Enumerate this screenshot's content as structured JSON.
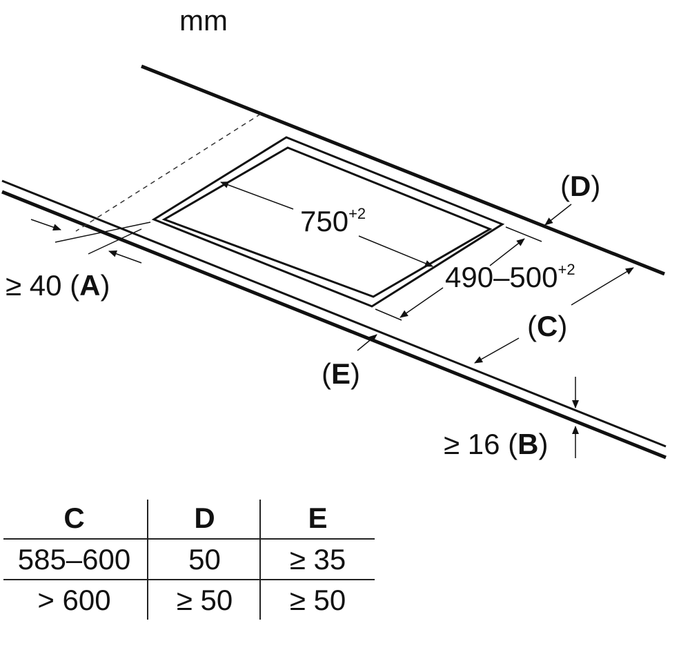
{
  "unit_label": "mm",
  "dimensions": {
    "length": {
      "value": "750",
      "tolerance": "+2"
    },
    "depth": {
      "value": "490–500",
      "tolerance": "+2"
    }
  },
  "labels": {
    "A": {
      "prefix": "≥ 40 (",
      "letter": "A",
      "suffix": ")"
    },
    "B": {
      "prefix": "≥ 16 (",
      "letter": "B",
      "suffix": ")"
    },
    "C": {
      "prefix": "(",
      "letter": "C",
      "suffix": ")"
    },
    "D": {
      "prefix": "(",
      "letter": "D",
      "suffix": ")"
    },
    "E": {
      "prefix": "(",
      "letter": "E",
      "suffix": ")"
    }
  },
  "table": {
    "headers": [
      "C",
      "D",
      "E"
    ],
    "rows": [
      [
        "585–600",
        "50",
        "≥ 35"
      ],
      [
        "> 600",
        "≥ 50",
        "≥ 50"
      ]
    ]
  }
}
